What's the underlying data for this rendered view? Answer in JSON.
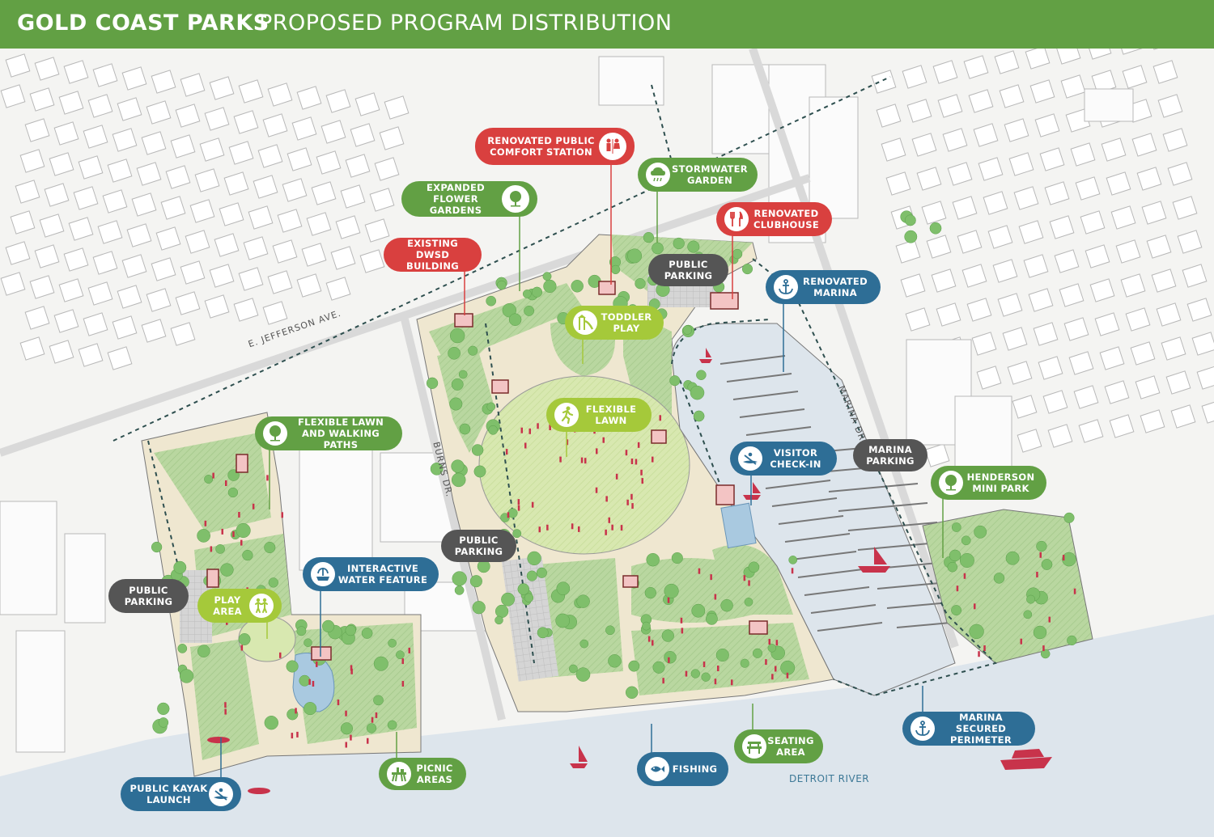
{
  "header": {
    "title": "GOLD COAST PARKS",
    "subtitle": "PROPOSED PROGRAM DISTRIBUTION"
  },
  "colors": {
    "header": "#62a044",
    "green": "#62a044",
    "lime": "#a5c93a",
    "red": "#d9403f",
    "blue": "#2e6e96",
    "gray": "#555555",
    "water": "#dde5ec",
    "park": "#b9d7a0",
    "tree": "#7fbf6b"
  },
  "streets": {
    "jefferson": "E. JEFFERSON AVE.",
    "burns": "BURNS DR.",
    "marina_dr": "MARINA DR."
  },
  "river": "DETROIT RIVER",
  "labels": {
    "renovated_comfort_station": {
      "text": "RENOVATED PUBLIC\nCOMFORT STATION",
      "icon": "restroom-icon"
    },
    "stormwater_garden": {
      "text": "STORMWATER\nGARDEN",
      "icon": "rain-cloud-icon"
    },
    "expanded_flower_gardens": {
      "text": "EXPANDED\nFLOWER GARDENS",
      "icon": "tree-icon"
    },
    "renovated_clubhouse": {
      "text": "RENOVATED\nCLUBHOUSE",
      "icon": "fork-knife-icon"
    },
    "existing_dwsd_building": {
      "text": "EXISTING DWSD\nBUILDING"
    },
    "public_parking_top": {
      "text": "PUBLIC\nPARKING"
    },
    "renovated_marina": {
      "text": "RENOVATED\nMARINA",
      "icon": "anchor-icon"
    },
    "toddler_play": {
      "text": "TODDLER\nPLAY",
      "icon": "slide-icon"
    },
    "flexible_lawn": {
      "text": "FLEXIBLE\nLAWN",
      "icon": "runner-icon"
    },
    "flexible_lawn_paths": {
      "text": "FLEXIBLE LAWN\nAND WALKING PATHS",
      "icon": "tree-icon"
    },
    "visitor_check_in": {
      "text": "VISITOR\nCHECK-IN",
      "icon": "kayak-icon"
    },
    "marina_parking": {
      "text": "MARINA\nPARKING"
    },
    "henderson_mini_park": {
      "text": "HENDERSON\nMINI PARK",
      "icon": "tree-icon"
    },
    "public_parking_mid": {
      "text": "PUBLIC\nPARKING"
    },
    "interactive_water_feature": {
      "text": "INTERACTIVE\nWATER FEATURE",
      "icon": "fountain-icon"
    },
    "public_parking_left": {
      "text": "PUBLIC\nPARKING"
    },
    "play_area": {
      "text": "PLAY\nAREA",
      "icon": "children-icon"
    },
    "marina_secured_perimeter": {
      "text": "MARINA SECURED\nPERIMETER",
      "icon": "anchor-icon"
    },
    "seating_area": {
      "text": "SEATING\nAREA",
      "icon": "bench-icon"
    },
    "picnic_areas": {
      "text": "PICNIC\nAREAS",
      "icon": "picnic-icon"
    },
    "fishing": {
      "text": "FISHING",
      "icon": "fish-icon"
    },
    "public_kayak_launch": {
      "text": "PUBLIC KAYAK\nLAUNCH",
      "icon": "kayak-icon"
    }
  }
}
